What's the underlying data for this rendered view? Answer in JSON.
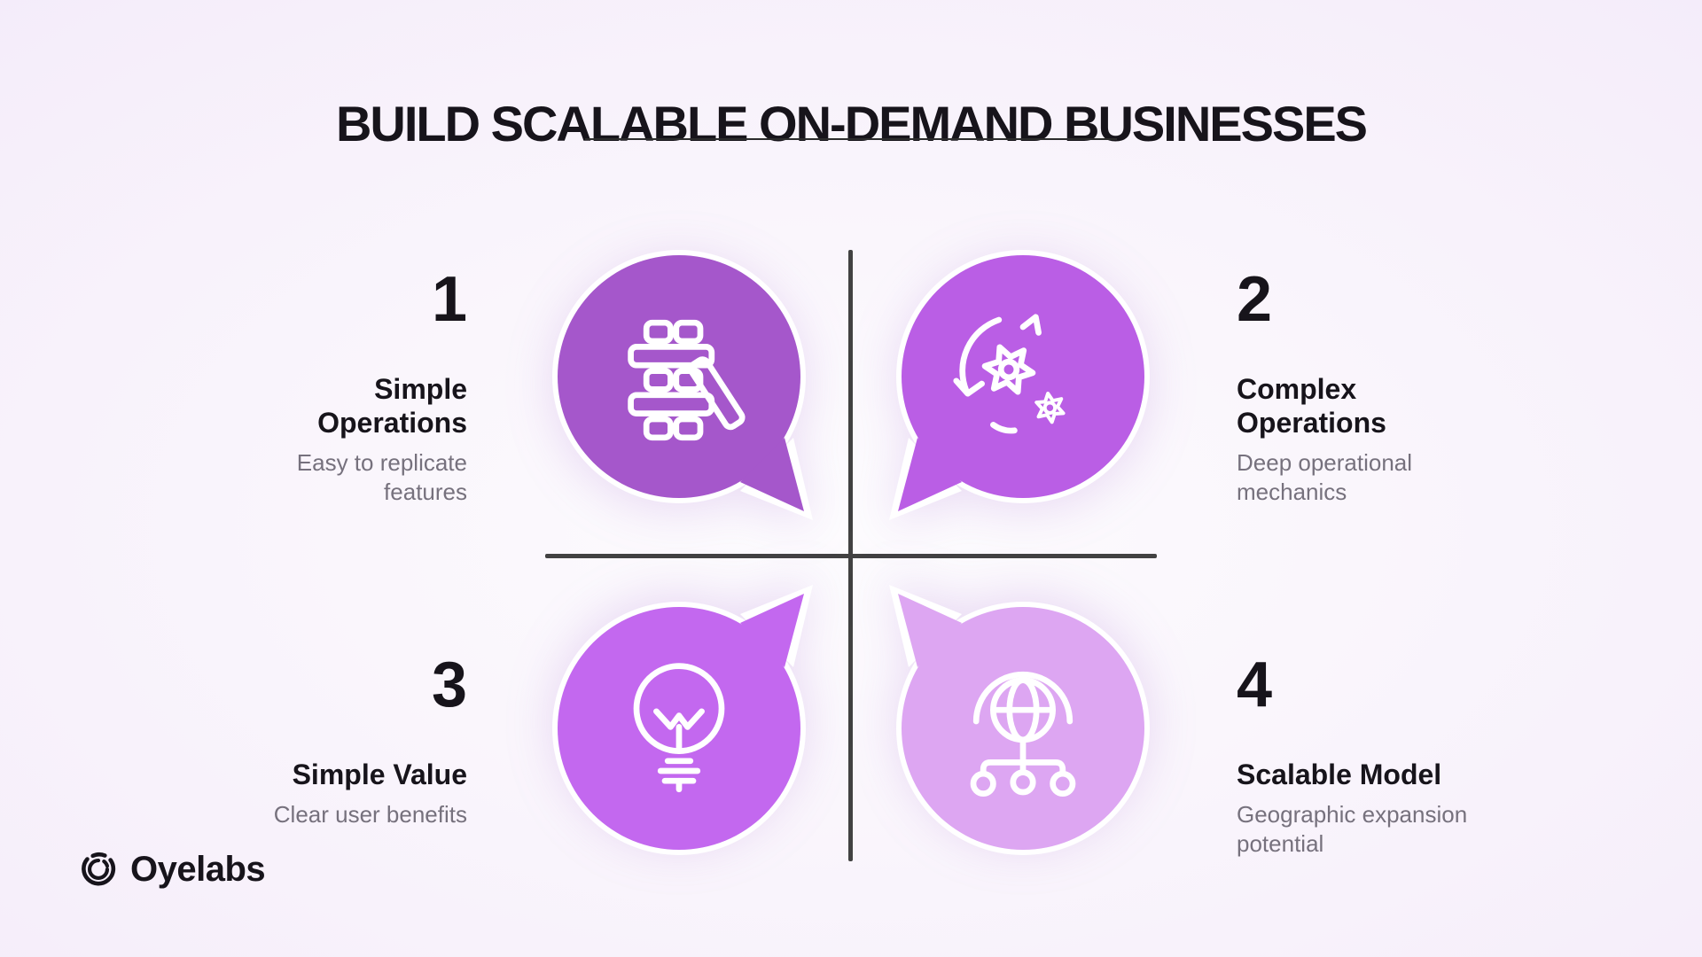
{
  "page": {
    "title": "BUILD SCALABLE ON-DEMAND BUSINESSES"
  },
  "quadrants": [
    {
      "number": "1",
      "title": "Simple Operations",
      "description": "Easy to replicate features",
      "icon": "stacked-blocks-icon",
      "bubble_color": "#a557cb",
      "tail_direction": "bottom-right"
    },
    {
      "number": "2",
      "title": "Complex Operations",
      "description": "Deep operational mechanics",
      "icon": "gears-refresh-icon",
      "bubble_color": "#ba5ee5",
      "tail_direction": "bottom-left"
    },
    {
      "number": "3",
      "title": "Simple Value",
      "description": "Clear user benefits",
      "icon": "lightbulb-icon",
      "bubble_color": "#c368ef",
      "tail_direction": "top-right"
    },
    {
      "number": "4",
      "title": "Scalable Model",
      "description": "Geographic expansion potential",
      "icon": "globe-network-icon",
      "bubble_color": "#dda6f2",
      "tail_direction": "top-left"
    }
  ],
  "logo": {
    "name": "Oyelabs"
  },
  "colors": {
    "background_center": "#fdfcfe",
    "background_edge": "#efe3f8",
    "heading_text": "#17141b",
    "body_text": "#76717d",
    "divider": "#424242",
    "bubble_outline": "#ffffff",
    "icon_stroke": "#ffffff"
  }
}
